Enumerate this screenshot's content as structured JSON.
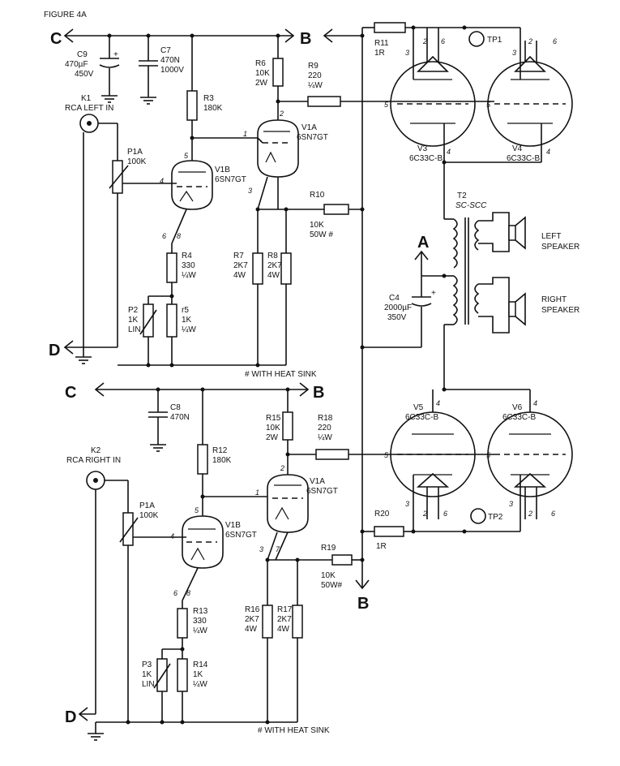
{
  "figure_title": "FIGURE 4A",
  "nodes": {
    "c": "C",
    "b": "B",
    "a": "A",
    "d": "D"
  },
  "upper": {
    "k1": [
      "K1",
      "RCA LEFT IN"
    ],
    "c9": [
      "C9",
      "470µF",
      "450V"
    ],
    "c7": [
      "C7",
      "470N",
      "1000V"
    ],
    "r3": [
      "R3",
      "180K"
    ],
    "r6": [
      "R6",
      "10K",
      "2W"
    ],
    "r9": [
      "R9",
      "220",
      "¼W"
    ],
    "r11": [
      "R11",
      "1R"
    ],
    "tp1": "TP1",
    "v1a": [
      "V1A",
      "6SN7GT"
    ],
    "v1b": [
      "V1B",
      "6SN7GT"
    ],
    "p1a": [
      "P1A",
      "100K"
    ],
    "r10": [
      "R10",
      "10K",
      "50W #"
    ],
    "r4": [
      "R4",
      "330",
      "¼W"
    ],
    "r7": [
      "R7",
      "2K7",
      "4W"
    ],
    "r8": [
      "R8",
      "2K7",
      "4W"
    ],
    "p2": [
      "P2",
      "1K",
      "LIN"
    ],
    "r5": [
      "r5",
      "1K",
      "¼W"
    ],
    "heatsink": "# WITH HEAT SINK"
  },
  "power": {
    "v3": [
      "V3",
      "6C33C-B"
    ],
    "v4": [
      "V4",
      "6C33C-B"
    ],
    "v5": [
      "V5",
      "6C33C-B"
    ],
    "v6": [
      "V6",
      "6C33C-B"
    ],
    "t2": [
      "T2",
      "SC-SCC"
    ],
    "left_speaker": [
      "LEFT",
      "SPEAKER"
    ],
    "right_speaker": [
      "RIGHT",
      "SPEAKER"
    ],
    "c4": [
      "C4",
      "2000µF",
      "350V"
    ],
    "r20": [
      "R20",
      "1R"
    ],
    "tp2": "TP2"
  },
  "lower": {
    "k2": [
      "K2",
      "RCA RIGHT IN"
    ],
    "c8": [
      "C8",
      "470N"
    ],
    "r12": [
      "R12",
      "180K"
    ],
    "r15": [
      "R15",
      "10K",
      "2W"
    ],
    "r18": [
      "R18",
      "220",
      "¼W"
    ],
    "v1a": [
      "V1A",
      "6SN7GT"
    ],
    "v1b": [
      "V1B",
      "6SN7GT"
    ],
    "p1a": [
      "P1A",
      "100K"
    ],
    "r19": [
      "R19",
      "10K",
      "50W#"
    ],
    "r13": [
      "R13",
      "330",
      "¼W"
    ],
    "r16": [
      "R16",
      "2K7",
      "4W"
    ],
    "r17": [
      "R17",
      "2K7",
      "4W"
    ],
    "p3": [
      "P3",
      "1K",
      "LIN"
    ],
    "r14": [
      "R14",
      "1K",
      "¼W"
    ],
    "heatsink": "# WITH HEAT SINK"
  },
  "pins": {
    "v1a_up": [
      "1",
      "2",
      "3"
    ],
    "v1b_up": [
      "4",
      "5",
      "6",
      "8"
    ],
    "v1a_lo": [
      "1",
      "2",
      "3",
      "7"
    ],
    "v1b_lo": [
      "4",
      "5",
      "6",
      "8"
    ],
    "pt_top": [
      "3",
      "2",
      "6",
      "5",
      "4"
    ],
    "pt_bot": [
      "4",
      "5",
      "3",
      "2",
      "6"
    ]
  }
}
